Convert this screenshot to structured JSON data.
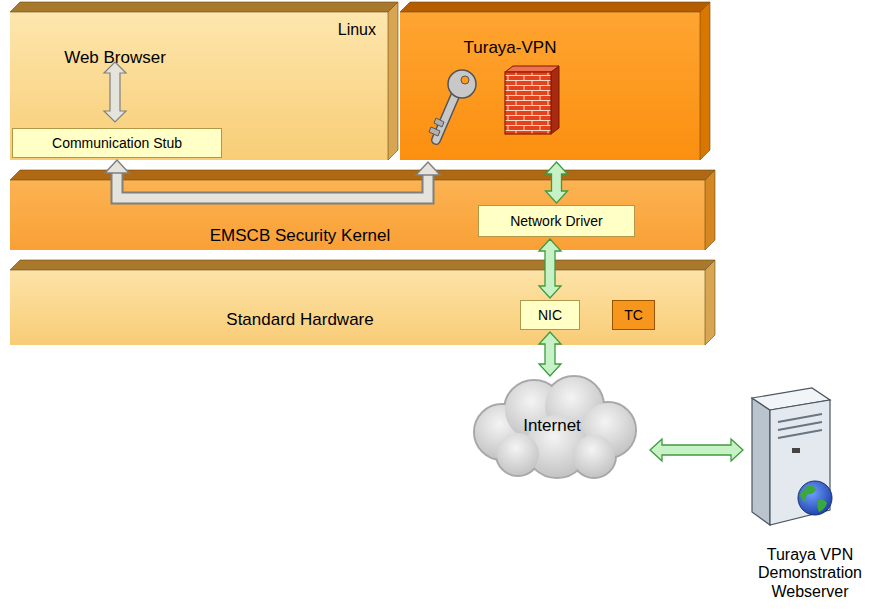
{
  "diagram": {
    "nodes": [
      {
        "text": [
          "Linux",
          "Web Browser"
        ]
      },
      {
        "text": [
          "Communication Stub"
        ],
        "in": 0
      },
      {
        "text": [
          "Turaya-VPN"
        ]
      },
      {
        "text": [
          "EMSCB Security Kernel"
        ]
      },
      {
        "text": [
          "Network Driver"
        ],
        "in": 3
      },
      {
        "text": [
          "Standard Hardware"
        ]
      },
      {
        "text": [
          "NIC"
        ],
        "in": 5
      },
      {
        "text": [
          "TC"
        ],
        "in": 5
      },
      {
        "text": [
          "Internet"
        ]
      },
      {
        "text": [
          "Turaya VPN Demonstration Webserver"
        ]
      }
    ],
    "edges": [
      {
        "from": 1,
        "to": 2,
        "arrow": "both"
      },
      {
        "from": 2,
        "to": 4,
        "arrow": "both"
      },
      {
        "from": 4,
        "to": 6,
        "arrow": "both"
      },
      {
        "from": 6,
        "to": 8,
        "arrow": "both"
      },
      {
        "from": 8,
        "to": 9,
        "arrow": "both"
      }
    ]
  }
}
